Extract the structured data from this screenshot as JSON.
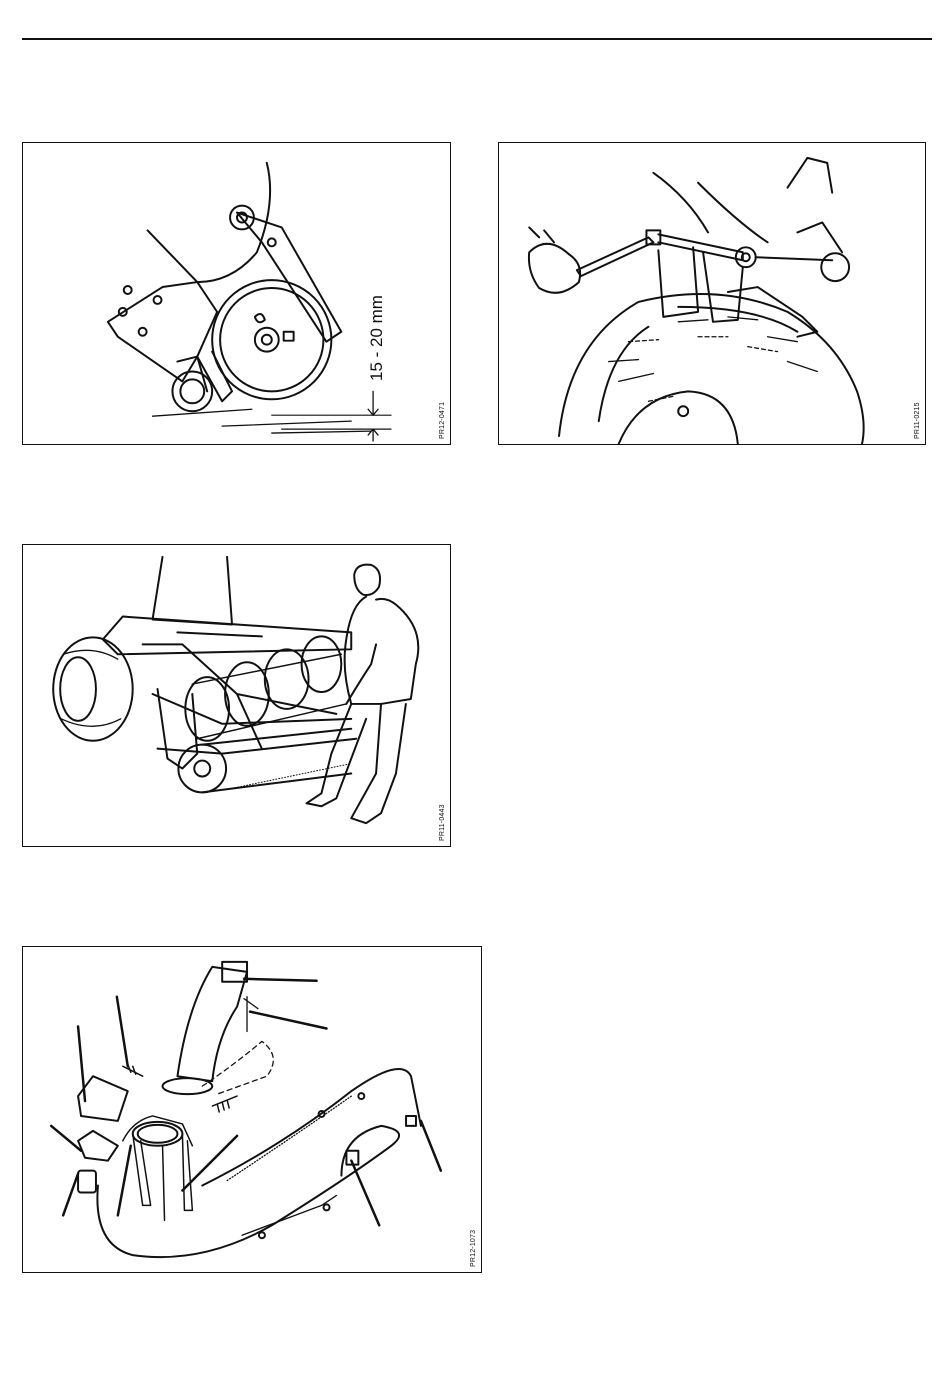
{
  "figures": [
    {
      "code": "PR12-0471",
      "dimension_label": "15 - 20 mm"
    },
    {
      "code": "PR11-0215"
    },
    {
      "code": "PR11-0443"
    },
    {
      "code": "PR12-1073"
    }
  ]
}
